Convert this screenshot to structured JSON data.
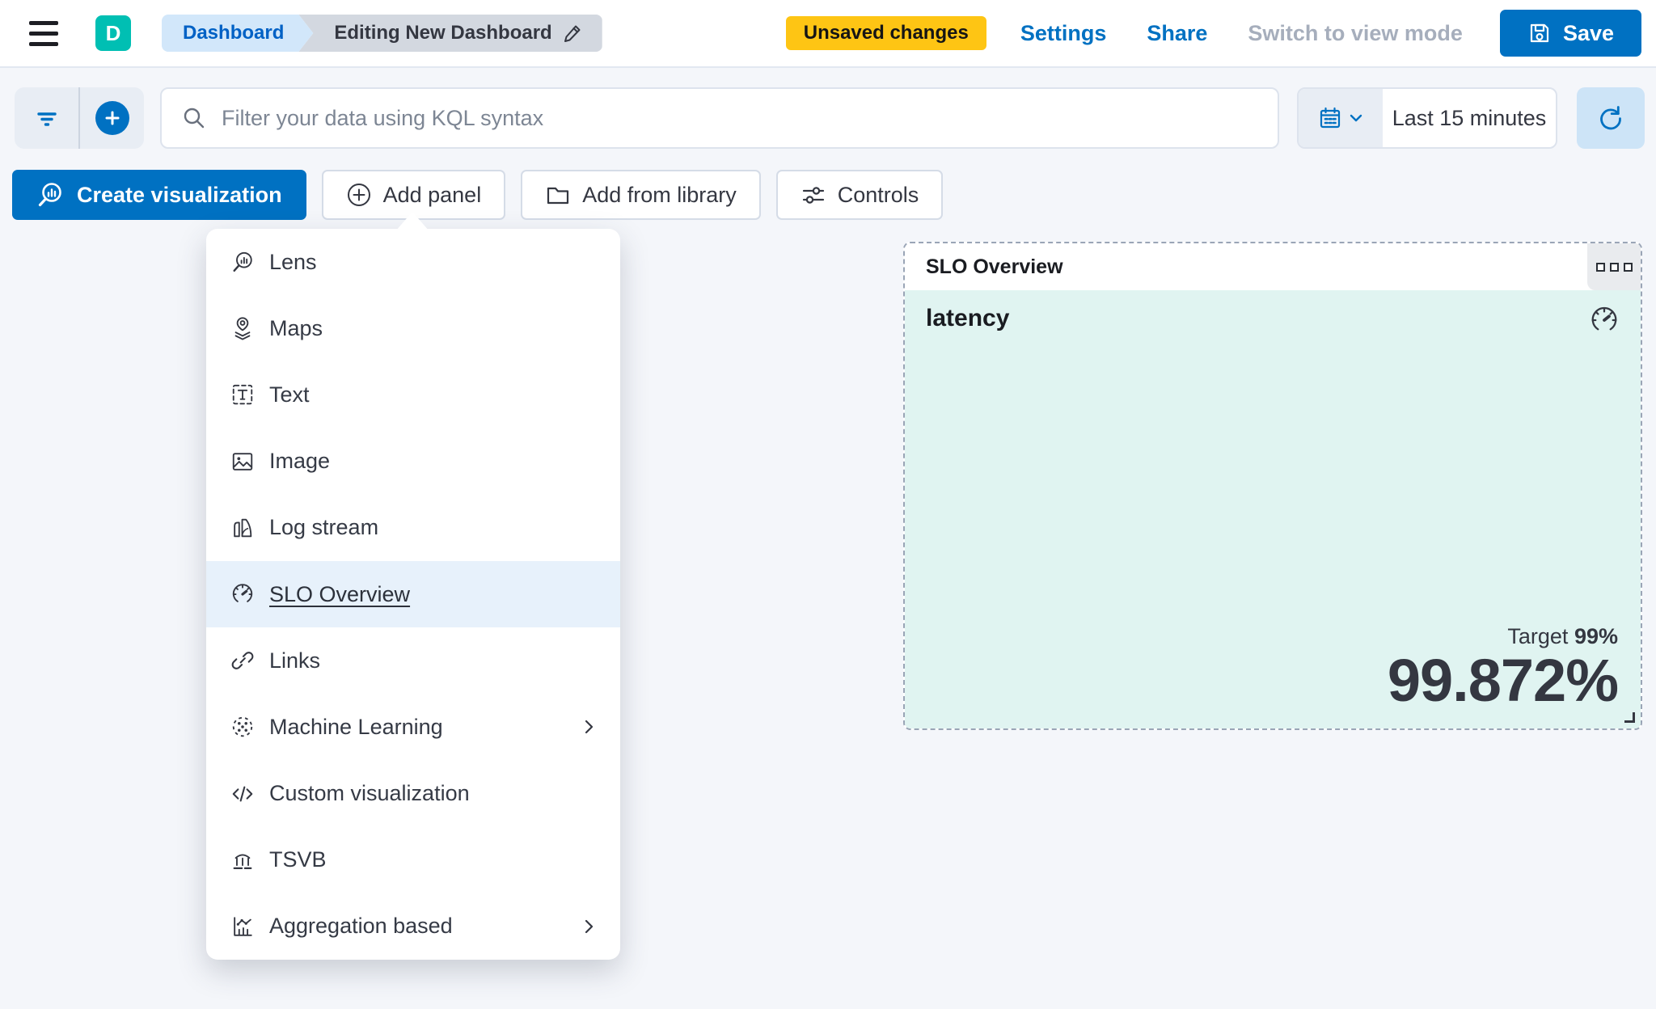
{
  "header": {
    "logo_letter": "D",
    "breadcrumbs": [
      {
        "label": "Dashboard"
      },
      {
        "label": "Editing New Dashboard"
      }
    ],
    "unsaved_badge": "Unsaved changes",
    "settings_label": "Settings",
    "share_label": "Share",
    "switch_view_label": "Switch to view mode",
    "save_label": "Save"
  },
  "filter_bar": {
    "search_placeholder": "Filter your data using KQL syntax",
    "time_range": "Last 15 minutes"
  },
  "toolbar": {
    "create_visualization_label": "Create visualization",
    "add_panel_label": "Add panel",
    "add_from_library_label": "Add from library",
    "controls_label": "Controls"
  },
  "add_panel_menu": {
    "items": [
      {
        "label": "Lens",
        "icon": "lens-icon"
      },
      {
        "label": "Maps",
        "icon": "maps-icon"
      },
      {
        "label": "Text",
        "icon": "text-icon"
      },
      {
        "label": "Image",
        "icon": "image-icon"
      },
      {
        "label": "Log stream",
        "icon": "log-stream-icon"
      },
      {
        "label": "SLO Overview",
        "icon": "gauge-icon",
        "selected": true
      },
      {
        "label": "Links",
        "icon": "link-icon"
      },
      {
        "label": "Machine Learning",
        "icon": "machine-learning-icon",
        "has_submenu": true
      },
      {
        "label": "Custom visualization",
        "icon": "code-icon"
      },
      {
        "label": "TSVB",
        "icon": "tsvb-icon"
      },
      {
        "label": "Aggregation based",
        "icon": "aggregation-icon",
        "has_submenu": true
      }
    ]
  },
  "slo_panel": {
    "title": "SLO Overview",
    "metric_name": "latency",
    "target_label": "Target",
    "target_value": "99%",
    "value": "99.872%"
  },
  "colors": {
    "primary_blue": "#0071c2",
    "link_blue": "#0061c5",
    "warning_yellow": "#fec514",
    "logo_teal": "#00bfb3",
    "panel_tint": "#e0f4f1",
    "selected_item_tint": "#e7f1fb"
  }
}
